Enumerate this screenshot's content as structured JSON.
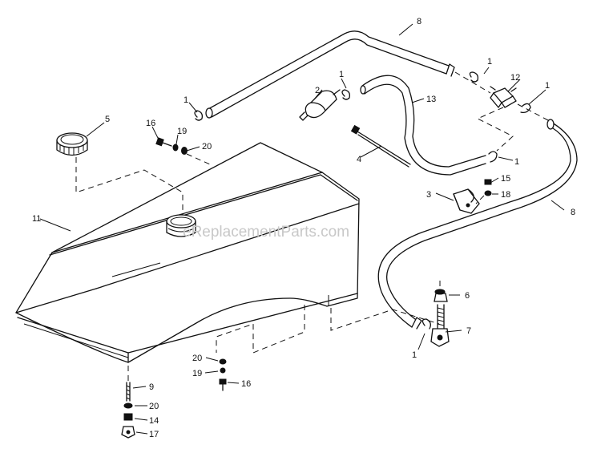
{
  "watermark": "eReplacementParts.com",
  "callouts": {
    "c1a": "1",
    "c1b": "1",
    "c1c": "1",
    "c1d": "1",
    "c1e": "1",
    "c1f": "1",
    "c2": "2",
    "c3": "3",
    "c4": "4",
    "c5": "5",
    "c6": "6",
    "c7": "7",
    "c8a": "8",
    "c8b": "8",
    "c9": "9",
    "c11": "11",
    "c12": "12",
    "c13": "13",
    "c14": "14",
    "c15": "15",
    "c16a": "16",
    "c16b": "16",
    "c17": "17",
    "c18": "18",
    "c19a": "19",
    "c19b": "19",
    "c20a": "20",
    "c20b": "20",
    "c20c": "20"
  }
}
